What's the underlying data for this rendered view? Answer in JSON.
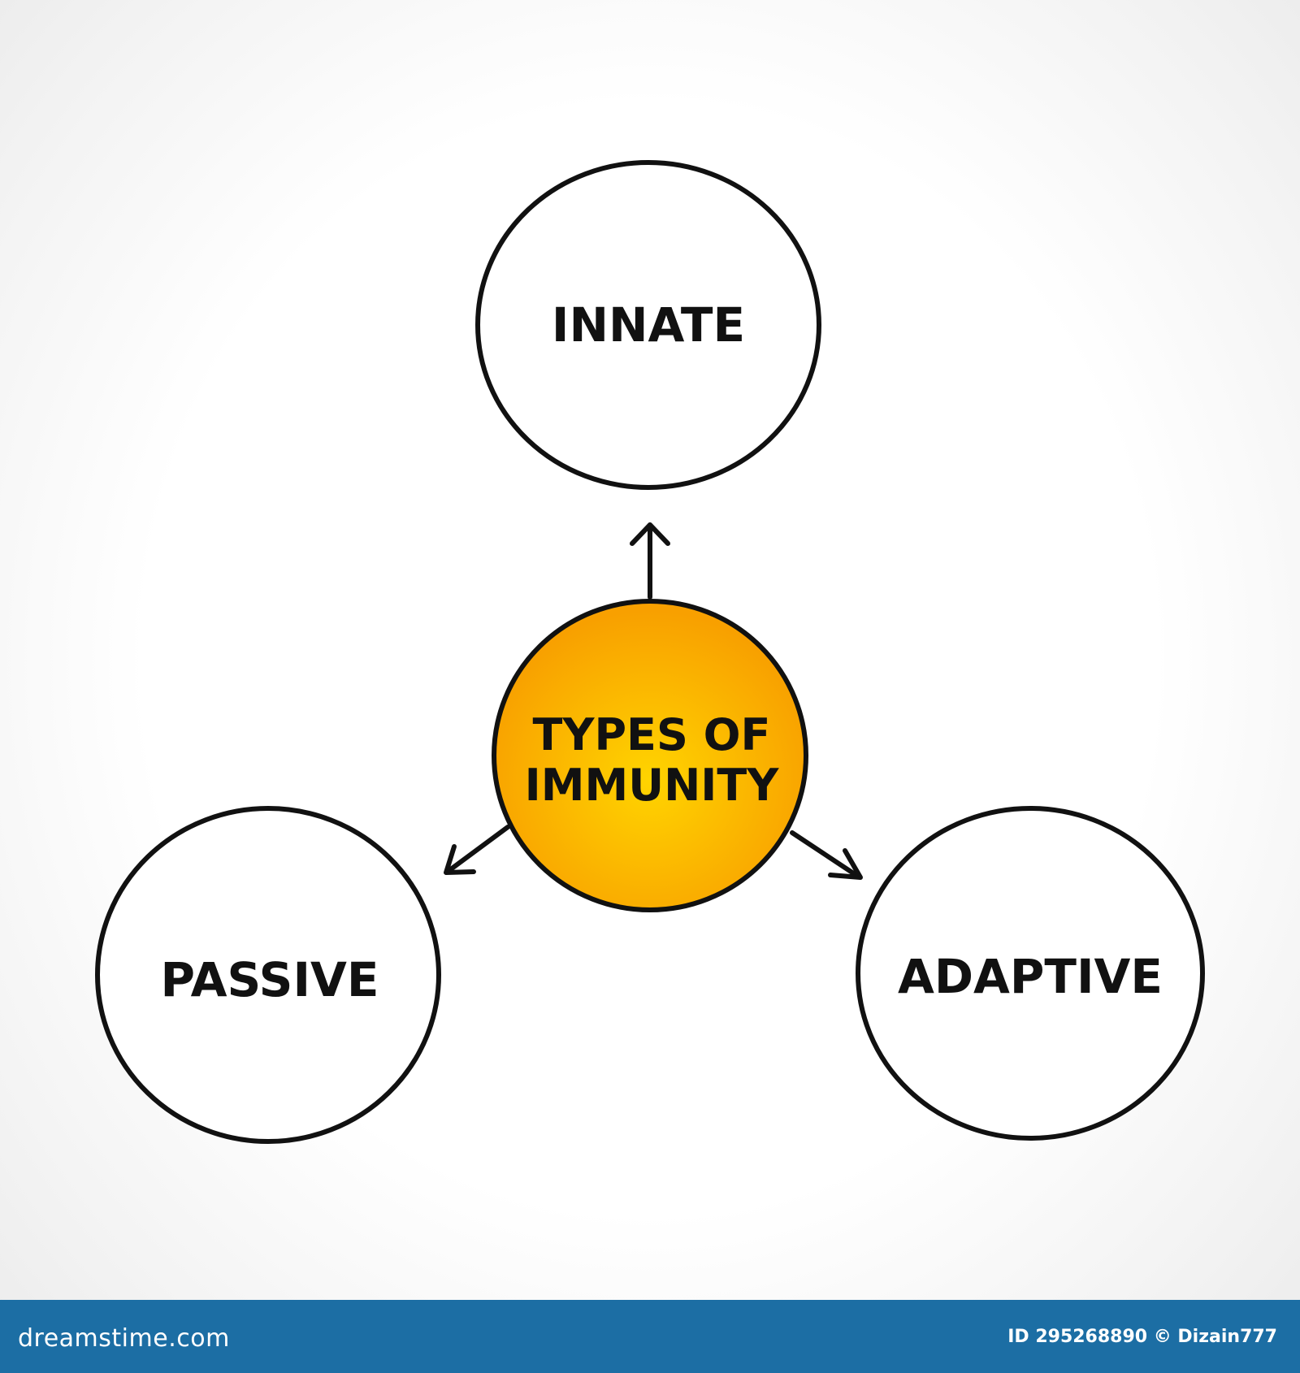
{
  "diagram": {
    "center": {
      "label_lines": [
        "TYPES OF",
        "IMMUNITY"
      ],
      "fill_color": "#f8a000",
      "highlight_color": "#ffd400"
    },
    "nodes": [
      {
        "id": "innate",
        "label": "INNATE"
      },
      {
        "id": "passive",
        "label": "PASSIVE"
      },
      {
        "id": "adaptive",
        "label": "ADAPTIVE"
      }
    ],
    "edges": [
      {
        "from": "center",
        "to": "innate"
      },
      {
        "from": "center",
        "to": "passive"
      },
      {
        "from": "center",
        "to": "adaptive"
      }
    ],
    "stroke_color": "#111111",
    "background_color": "#ffffff"
  },
  "footer": {
    "logo": "dreamstime.com",
    "image_id": "ID 295268890 © Dizain777",
    "bar_color": "#1c6ea4"
  }
}
